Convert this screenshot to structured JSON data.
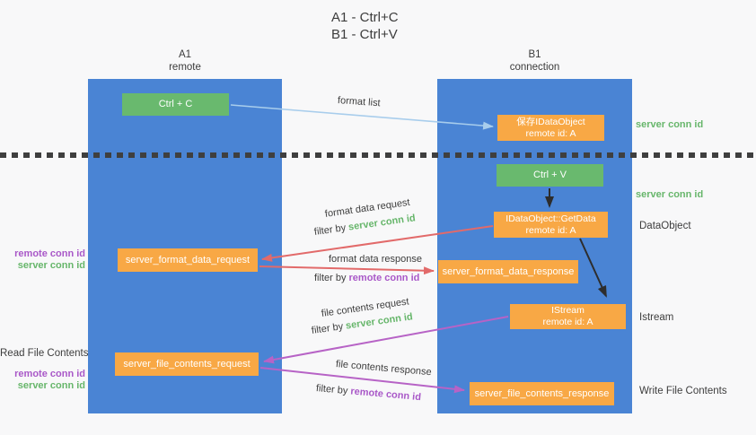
{
  "title": {
    "line1": "A1 - Ctrl+C",
    "line2": "B1 - Ctrl+V"
  },
  "lanes": {
    "a": {
      "title": "A1",
      "subtitle": "remote"
    },
    "b": {
      "title": "B1",
      "subtitle": "connection"
    }
  },
  "nodes": {
    "ctrl_c": {
      "label": "Ctrl + C"
    },
    "ctrl_v": {
      "label": "Ctrl + V"
    },
    "save_idataobject": {
      "line1": "保存IDataObject",
      "line2": "remote id: A"
    },
    "getdata": {
      "line1": "IDataObject::GetData",
      "line2": "remote id: A"
    },
    "istream": {
      "line1": "IStream",
      "line2": "remote id: A"
    },
    "format_request": {
      "label": "server_format_data_request"
    },
    "format_response": {
      "label": "server_format_data_response"
    },
    "file_request": {
      "label": "server_file_contents_request"
    },
    "file_response": {
      "label": "server_file_contents_response"
    }
  },
  "arrow_labels": {
    "format_list": "format list",
    "format_data_request": "format data request",
    "format_data_request_filter": {
      "prefix": "filter by ",
      "key": "server conn id"
    },
    "format_data_response": "format data response",
    "format_data_response_filter": {
      "prefix": "filter by ",
      "key": "remote conn id"
    },
    "file_contents_request": "file contents request",
    "file_contents_request_filter": {
      "prefix": "filter by ",
      "key": "server conn id"
    },
    "file_contents_response": "file contents response",
    "file_contents_response_filter": {
      "prefix": "filter by ",
      "key": "remote conn id"
    }
  },
  "side_labels": {
    "right_server_conn_id_1": "server conn id",
    "right_server_conn_id_2": "server conn id",
    "dataobject": "DataObject",
    "istream": "Istream",
    "write_file_contents": "Write File Contents",
    "left_remote_conn_id_1": "remote conn id",
    "left_server_conn_id_1": "server conn id",
    "read_file_contents": "Read File Contents",
    "left_remote_conn_id_2": "remote conn id",
    "left_server_conn_id_2": "server conn id"
  },
  "colors": {
    "lane_blue": "#4a84d4",
    "box_green": "#69b96e",
    "box_orange": "#f8a845",
    "arrow_light_blue": "#a8cdec",
    "arrow_red": "#e26a6a",
    "arrow_magenta": "#b763c6",
    "arrow_black": "#2d2d2d",
    "text_green": "#67b66b",
    "text_purple": "#a958c8",
    "background": "#f8f8f9"
  }
}
